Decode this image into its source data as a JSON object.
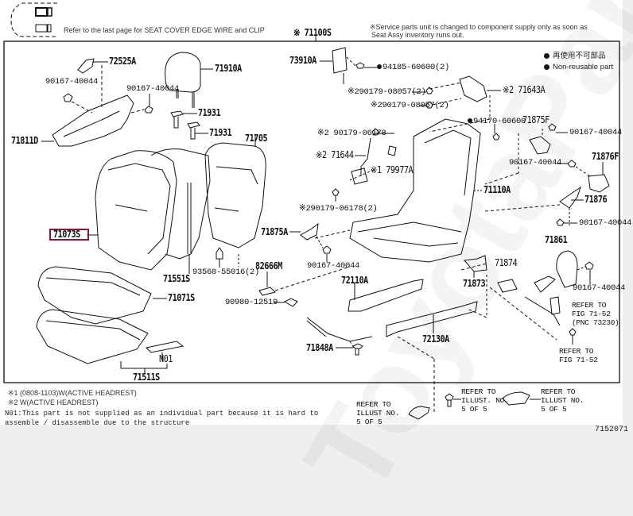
{
  "header": {
    "note_left": "Refer to the last page for SEAT COVER EDGE WIRE and CLIP",
    "note_right_line1": "※Service parts unit is changed to component supply only as soon as",
    "note_right_line2": "Seat Assy inventory runs out.",
    "top_assembly": "※ 71100S"
  },
  "legend": {
    "jp": "再使用不可部品",
    "en": "Non-reusable part"
  },
  "parts": {
    "p72525A": "72525A",
    "p90167_l1": "90167-40044",
    "p90167_l2": "90167-40044",
    "p71811D": "71811D",
    "p71910A": "71910A",
    "p71931a": "71931",
    "p71931b": "71931",
    "p71705": "71705",
    "p71073S": "71073S",
    "p71551S": "71551S",
    "p93568": "93568-55016(2)",
    "p82666M": "82666M",
    "p71071S": "71071S",
    "p90980": "90980-12519",
    "pN01": "N01",
    "p71511S": "71511S",
    "p73910A": "73910A",
    "p94185": "94185-60600(2)",
    "p290179a": "※290179-08057(2)",
    "p290179b": "※290179-08057(2)",
    "p71643A": "※2 71643A",
    "p94170": "94170-60600",
    "p290179c": "※2 90179-06178",
    "p71644": "※2 71644",
    "p79977A": "※1 79977A",
    "p290179d": "※290179-06178(2)",
    "p71110A": "71110A",
    "p71875A": "71875A",
    "p90167_m": "90167-40044",
    "p72110A": "72110A",
    "p71873": "71873",
    "p71874": "71874",
    "p71848A": "71848A",
    "p72130A": "72130A",
    "p71875F": "71875F",
    "p90167_r1": "90167-40044",
    "p90167_r2": "90167-40044",
    "p71876F": "71876F",
    "p71876": "71876",
    "p90167_r3": "90167-40044",
    "p71861": "71861",
    "p90167_r4": "90167-40044"
  },
  "refs": {
    "fig7152_pnc_l1": "REFER TO",
    "fig7152_pnc_l2": "FIG 71-52",
    "fig7152_pnc_l3": "(PNC 73230)",
    "fig7152_l1": "REFER TO",
    "fig7152_l2": "FIG 71-52",
    "illust_a_l1": "REFER TO",
    "illust_a_l2": "ILLUST  NO.",
    "illust_a_l3": "5 OF 5",
    "illust_b_l1": "REFER TO",
    "illust_b_l2": "ILLUST. NO.",
    "illust_b_l3": "5 OF 5",
    "illust_c_l1": "REFER TO",
    "illust_c_l2": "ILLUST  NO.",
    "illust_c_l3": "5 OF 5"
  },
  "footnotes": {
    "f1": "※1 (0808-1103)W(ACTIVE HEADREST)",
    "f2": "※2 W(ACTIVE HEADREST)",
    "n01_l1": "N01:This part is not supplied as an individual part  because it is hard to",
    "n01_l2": "    assemble / disassemble due to the structure"
  },
  "figure_number": "7152071",
  "highlight_color": "#8a1538",
  "watermark": "ToyotaParts"
}
